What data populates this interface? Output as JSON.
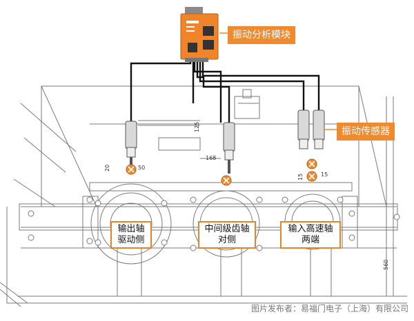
{
  "callouts": {
    "module": "振动分析模块",
    "sensor": "振动传感器"
  },
  "positions": [
    {
      "line1": "输出轴",
      "line2": "驱动侧"
    },
    {
      "line1": "中间级齿轴",
      "line2": "对侧"
    },
    {
      "line1": "输入高速轴",
      "line2": "两端"
    }
  ],
  "dimensions": {
    "d20": "20",
    "d50": "50",
    "d168": "168",
    "d15": "15",
    "d560": "560",
    "d125": "125",
    "d15b": "15"
  },
  "credit": "图片发布者：易福门电子（上海）有限公司",
  "colors": {
    "accent": "#f08a2e",
    "module": "#f0842a",
    "line": "#7a7a7a",
    "cable": "#111111"
  }
}
